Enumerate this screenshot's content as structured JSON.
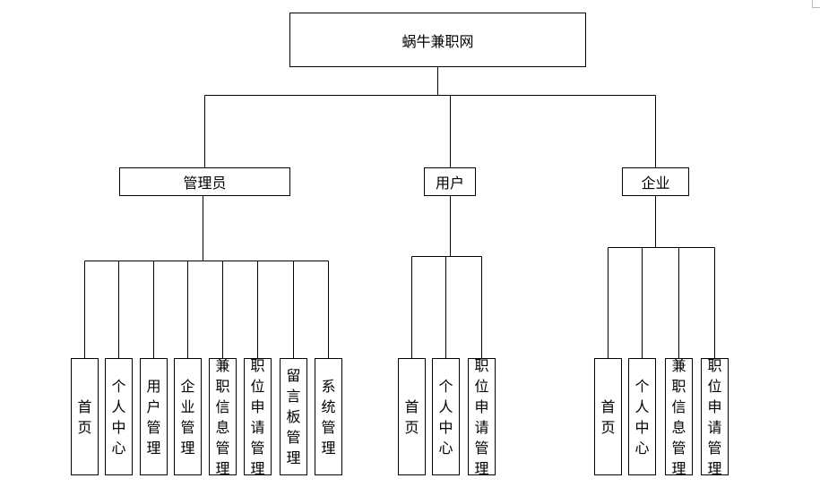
{
  "root": {
    "label": "蜗牛兼职网"
  },
  "roles": [
    {
      "label": "管理员",
      "modules": [
        "首页",
        "个人中心",
        "用户管理",
        "企业管理",
        "兼职信息管理",
        "职位申请管理",
        "留言板管理",
        "系统管理"
      ]
    },
    {
      "label": "用户",
      "modules": [
        "首页",
        "个人中心",
        "职位申请管理"
      ]
    },
    {
      "label": "企业",
      "modules": [
        "首页",
        "个人中心",
        "兼职信息管理",
        "职位申请管理"
      ]
    }
  ]
}
